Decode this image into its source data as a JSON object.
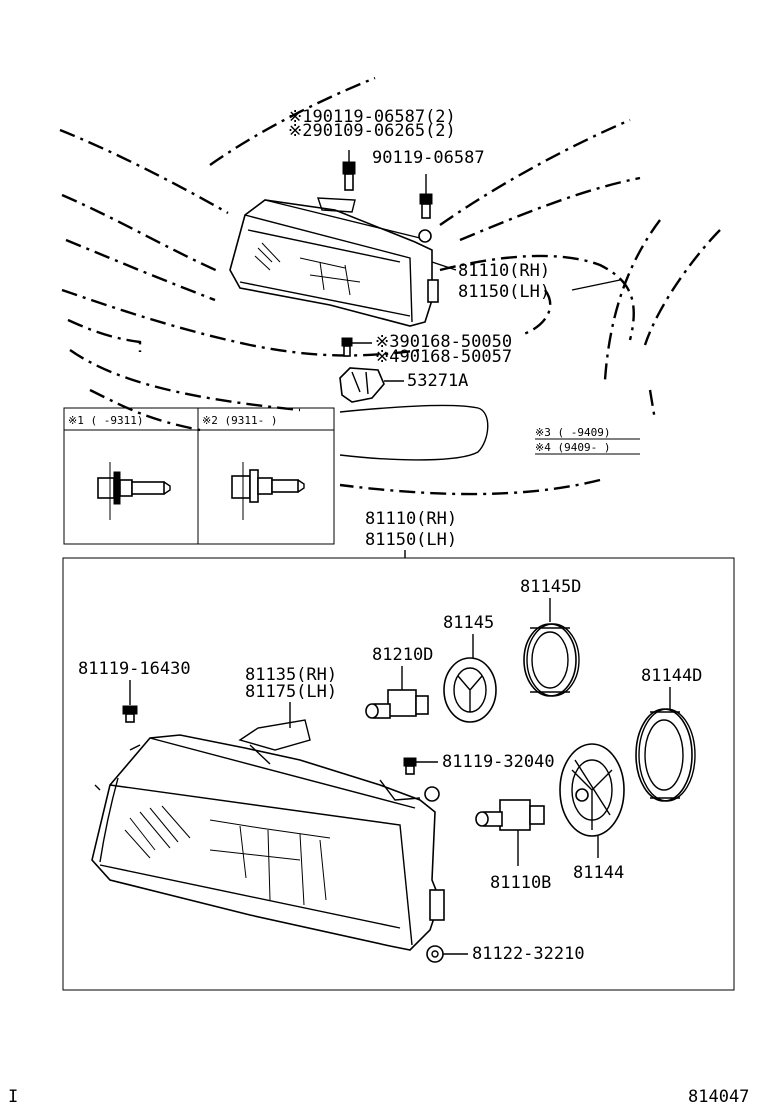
{
  "parts": {
    "screw_a": "※190119-06587(2)",
    "screw_b": "※290109-06265(2)",
    "screw_c": "90119-06587",
    "lamp_rh_top": "81110(RH)",
    "lamp_lh_top": "81150(LH)",
    "screw_d": "※390168-50050",
    "screw_e": "※490168-50057",
    "bracket": "53271A",
    "lamp_rh_mid": "81110(RH)",
    "lamp_lh_mid": "81150(LH)",
    "clip_a": "81119-16430",
    "mount_rh": "81135(RH)",
    "mount_lh": "81175(LH)",
    "bulb_a": "81210D",
    "socket_a": "81145",
    "cover_a": "81145D",
    "cover_b": "81144D",
    "clip_b": "81119-32040",
    "bulb_b": "81110B",
    "socket_b": "81144",
    "nut": "81122-32210"
  },
  "notes": {
    "note3": "※3 (     -9409)",
    "note4": "※4 (9409-     )",
    "inset1": "※1 (     -9311)",
    "inset2": "※2 (9311-     )"
  },
  "footer": {
    "left_mark": "I",
    "diagram_number": "814047"
  }
}
